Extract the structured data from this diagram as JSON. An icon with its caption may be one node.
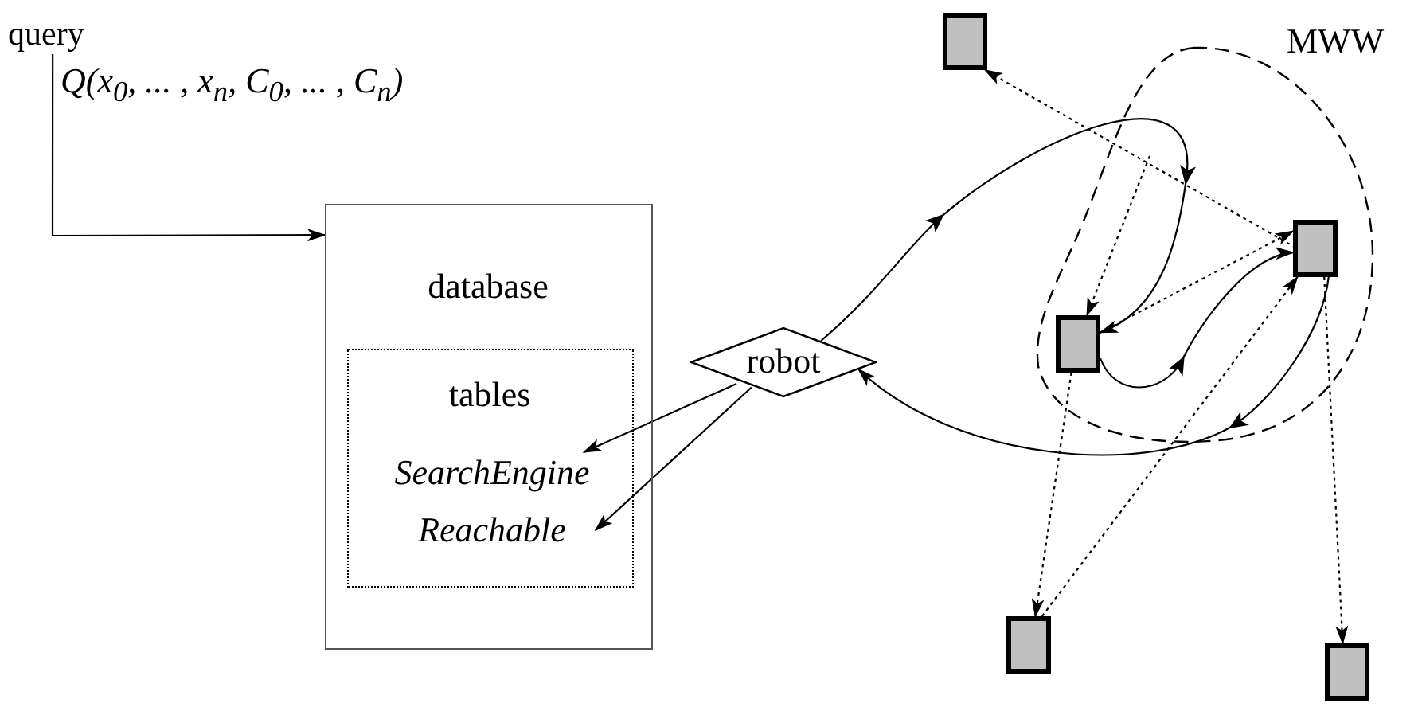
{
  "diagram": {
    "nodes": [
      {
        "text": [
          "query"
        ],
        "beside": [
          "Q(x$_{0}$, ... , x$_{n}$, C$_{0}$, ... , C$_{n}$)"
        ]
      },
      {
        "text": [
          "database"
        ]
      },
      {
        "text": [
          "tables"
        ],
        "in": 1
      },
      {
        "text": [
          "SearchEngine"
        ],
        "in": 2
      },
      {
        "text": [
          "Reachable"
        ],
        "in": 2
      },
      {
        "text": [
          "robot"
        ]
      },
      {
        "text": [
          "MWW"
        ]
      },
      {
        "text": [],
        "shape": "box"
      },
      {
        "text": [],
        "shape": "box",
        "in": 6
      },
      {
        "text": [],
        "shape": "box",
        "in": 6
      },
      {
        "text": [],
        "shape": "box"
      },
      {
        "text": [],
        "shape": "box"
      }
    ],
    "edges": [
      {
        "from": 0,
        "to": 1,
        "arrow": "to"
      },
      {
        "from": 5,
        "to": 3,
        "arrow": "to"
      },
      {
        "from": 5,
        "to": 4,
        "arrow": "to"
      },
      {
        "from": 5,
        "to": 8,
        "arrow": "to"
      },
      {
        "from": 8,
        "to": 9,
        "arrow": "to"
      },
      {
        "from": 9,
        "to": 5,
        "arrow": "to"
      },
      {
        "from": 9,
        "to": 7,
        "arrow": "to",
        "style": "dashed"
      },
      {
        "from": null,
        "to": 8,
        "arrow": "to",
        "style": "dashed"
      },
      {
        "from": 8,
        "to": 9,
        "arrow": "to",
        "style": "dashed"
      },
      {
        "from": 10,
        "to": 9,
        "arrow": "to",
        "style": "dashed"
      },
      {
        "from": 8,
        "to": 10,
        "arrow": "to",
        "style": "dashed"
      },
      {
        "from": 9,
        "to": 11,
        "arrow": "to",
        "style": "dashed"
      }
    ]
  }
}
